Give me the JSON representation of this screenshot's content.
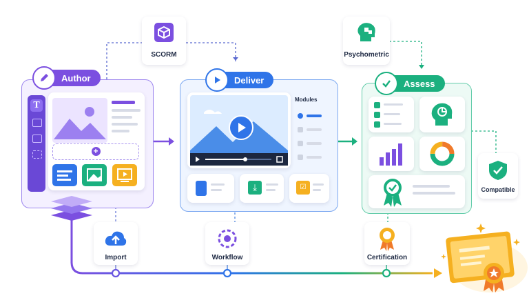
{
  "stages": {
    "author": "Author",
    "deliver": "Deliver",
    "assess": "Assess"
  },
  "tags": {
    "scorm": "SCORM",
    "psychometric": "Psychometric",
    "compatible": "Compatible",
    "import": "Import",
    "workflow": "Workflow",
    "certification": "Certification"
  },
  "deliver_panel": {
    "modules": "Modules"
  },
  "colors": {
    "purple": "#7b4fe0",
    "blue": "#2f74e8",
    "green": "#1bb07f",
    "orange": "#f5b020"
  }
}
